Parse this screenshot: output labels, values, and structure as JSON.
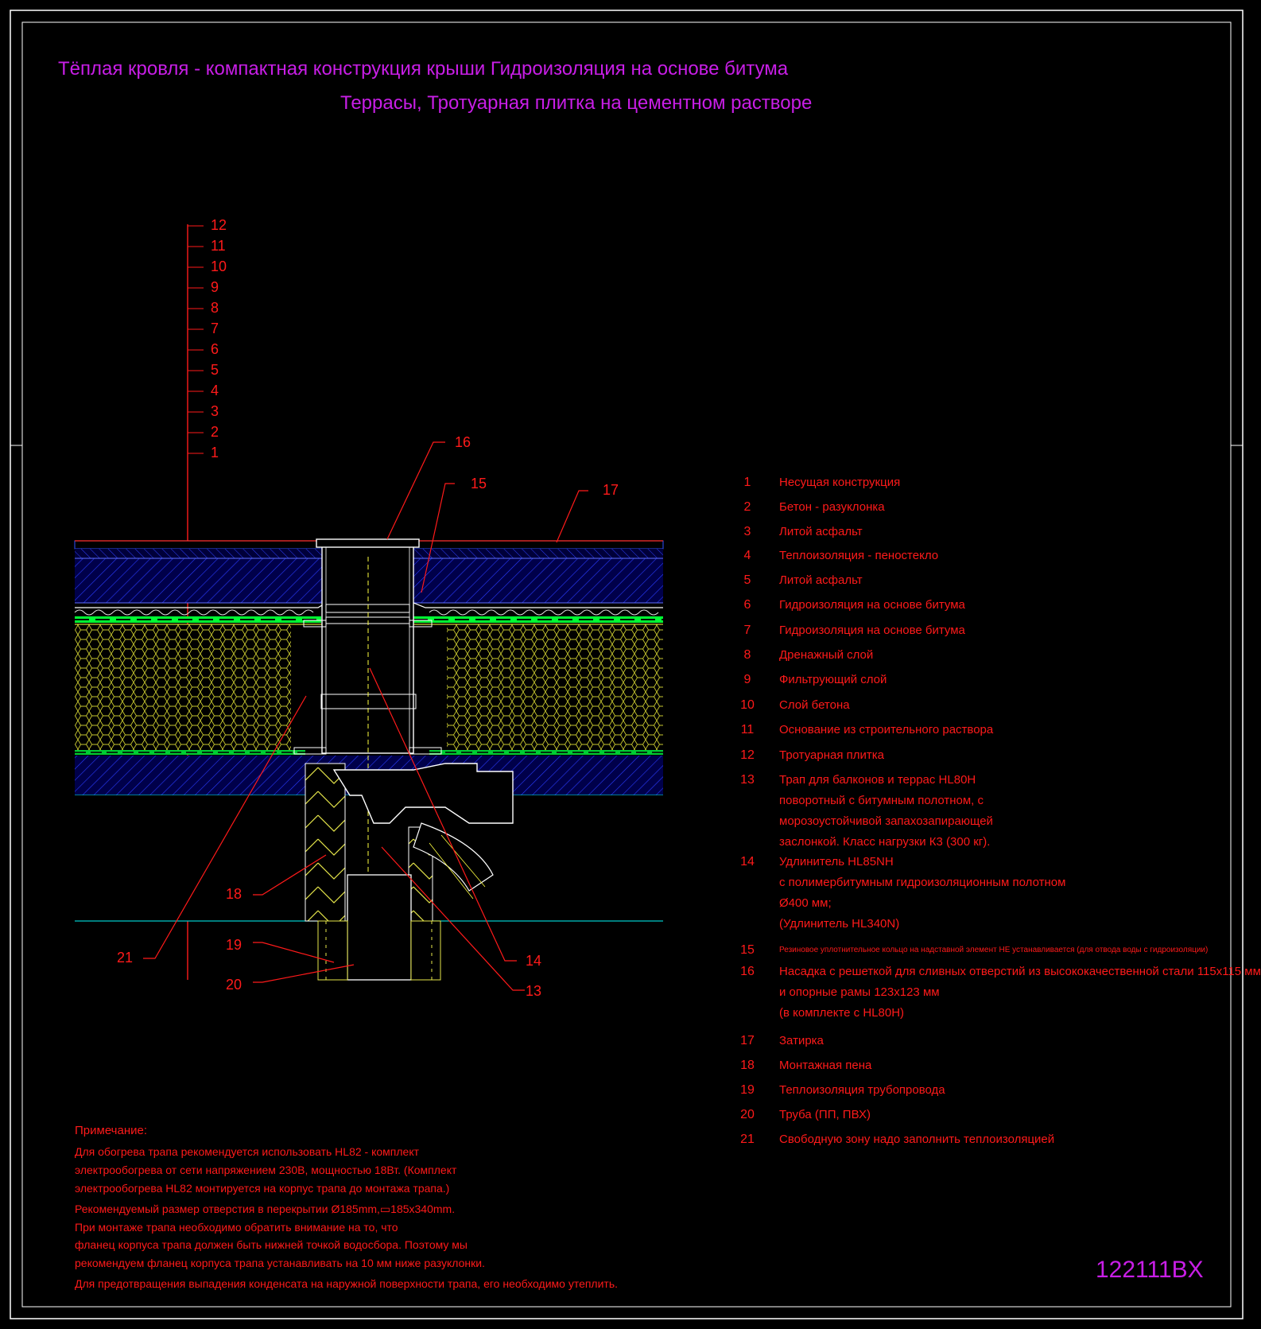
{
  "title": {
    "line1": "Тёплая кровля - компактная конструкция крыши Гидроизоляция на основе битума",
    "line2": "Террасы, Тротуарная плитка на цементном растворе"
  },
  "layer_scale": [
    "12",
    "11",
    "10",
    "9",
    "8",
    "7",
    "6",
    "5",
    "4",
    "3",
    "2",
    "1"
  ],
  "callouts": [
    "16",
    "15",
    "17",
    "18",
    "21",
    "19",
    "20",
    "14",
    "13"
  ],
  "legend": [
    {
      "num": "1",
      "lines": [
        "Несущая конструкция"
      ]
    },
    {
      "num": "2",
      "lines": [
        "Бетон - разуклонка"
      ]
    },
    {
      "num": "3",
      "lines": [
        "Литой асфальт"
      ]
    },
    {
      "num": "4",
      "lines": [
        "Теплоизоляция - пеностекло"
      ]
    },
    {
      "num": "5",
      "lines": [
        "Литой асфальт"
      ]
    },
    {
      "num": "6",
      "lines": [
        "Гидроизоляция на основе битума"
      ]
    },
    {
      "num": "7",
      "lines": [
        "Гидроизоляция на основе битума"
      ]
    },
    {
      "num": "8",
      "lines": [
        "Дренажный слой"
      ]
    },
    {
      "num": "9",
      "lines": [
        "Фильтрующий слой"
      ]
    },
    {
      "num": "10",
      "lines": [
        "Слой бетона"
      ]
    },
    {
      "num": "11",
      "lines": [
        "Основание из строительного раствора"
      ]
    },
    {
      "num": "12",
      "lines": [
        "Тротуарная плитка"
      ]
    },
    {
      "num": "13",
      "lines": [
        "Трап для балконов и террас HL80H",
        "поворотный  с битумным полотном, с",
        "морозоустойчивой запахозапирающей",
        "заслонкой. Класс нагрузки К3 (300 кг)."
      ]
    },
    {
      "num": "14",
      "lines": [
        "Удлинитель HL85NH",
        " с полимербитумным гидроизоляционным полотном",
        "Ø400 мм;",
        "(Удлинитель HL340N)"
      ]
    },
    {
      "num": "15",
      "lines": [
        "Резиновое уплотнительное кольцо на надставной элемент НЕ устанавливается (для отвода воды с гидроизоляции)"
      ]
    },
    {
      "num": "16",
      "lines": [
        "Насадка с решеткой для сливных отверстий из высококачественной стали 115х115 мм",
        "и опорные рамы 123х123 мм",
        "(в комплекте с HL80H)"
      ]
    },
    {
      "num": "17",
      "lines": [
        "Затирка"
      ]
    },
    {
      "num": "18",
      "lines": [
        "Монтажная пена"
      ]
    },
    {
      "num": "19",
      "lines": [
        "Теплоизоляция трубопровода"
      ]
    },
    {
      "num": "20",
      "lines": [
        "Труба (ПП, ПВХ)"
      ]
    },
    {
      "num": "21",
      "lines": [
        " Свободную зону надо заполнить теплоизоляцией"
      ]
    }
  ],
  "notes": {
    "title": "Примечание:",
    "lines": [
      "Для обогрева трапа рекомендуется использовать HL82 - комплект",
      "электрообогрева от сети напряжением 230В, мощностью 18Вт. (Комплект",
      "электрообогрева HL82 монтируется на корпус трапа до монтажа трапа.)",
      "Рекомендуемый размер отверстия в перекрытии Ø185mm,▭185х340mm.",
      "При монтаже трапа необходимо обратить внимание на то, что",
      "фланец корпуса трапа должен быть нижней точкой водосбора. Поэтому мы",
      "рекомендуем фланец корпуса трапа устанавливать на 10 мм ниже разуклонки.",
      "Для предотвращения выпадения конденсата на наружной поверхности трапа, его необходимо утеплить."
    ]
  },
  "code": "122111BX",
  "colors": {
    "background": "#000000",
    "title": "#c81ee6",
    "text": "#ff1a1a",
    "insulation": "#ffff40",
    "concrete": "#2a3cff",
    "membrane": "#00ff33",
    "frame": "#ffffff"
  }
}
